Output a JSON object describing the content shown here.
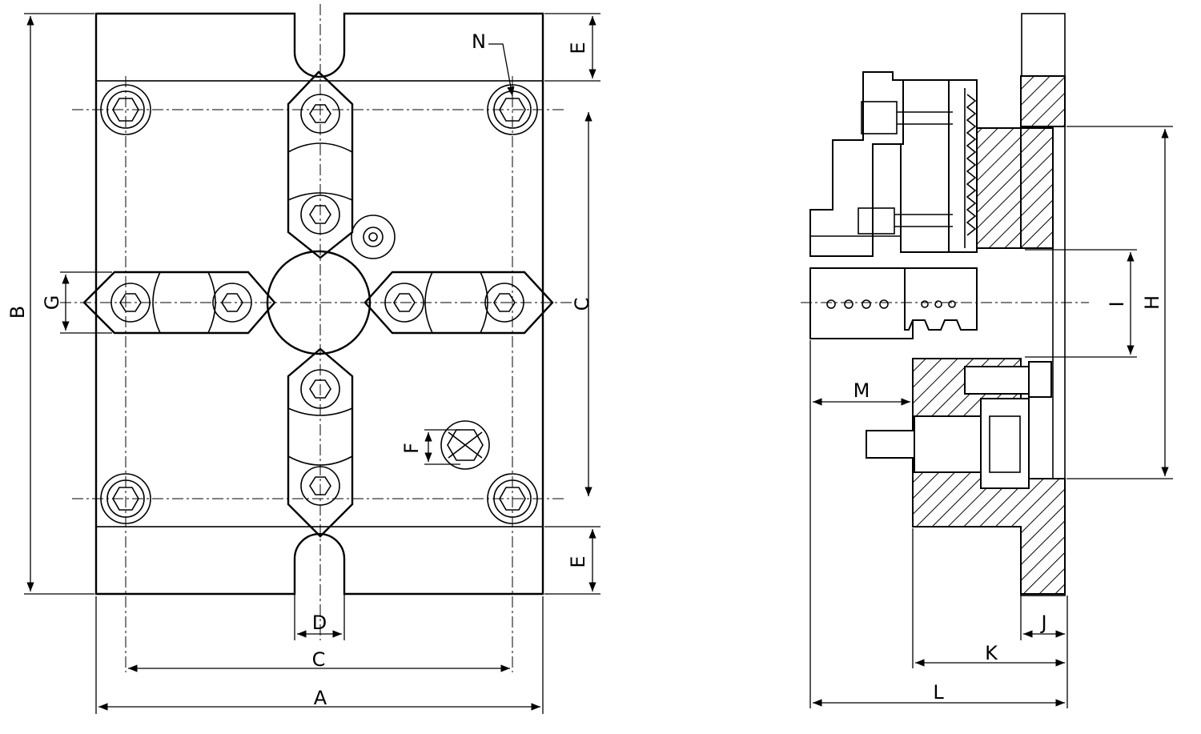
{
  "front_view": {
    "labels": {
      "A": "A",
      "B": "B",
      "C_bottom": "C",
      "C_right": "C",
      "D": "D",
      "E_top": "E",
      "E_bottom": "E",
      "F": "F",
      "G": "G",
      "N": "N"
    }
  },
  "side_view": {
    "labels": {
      "H": "H",
      "I": "I",
      "J": "J",
      "K": "K",
      "L": "L",
      "M": "M"
    }
  }
}
